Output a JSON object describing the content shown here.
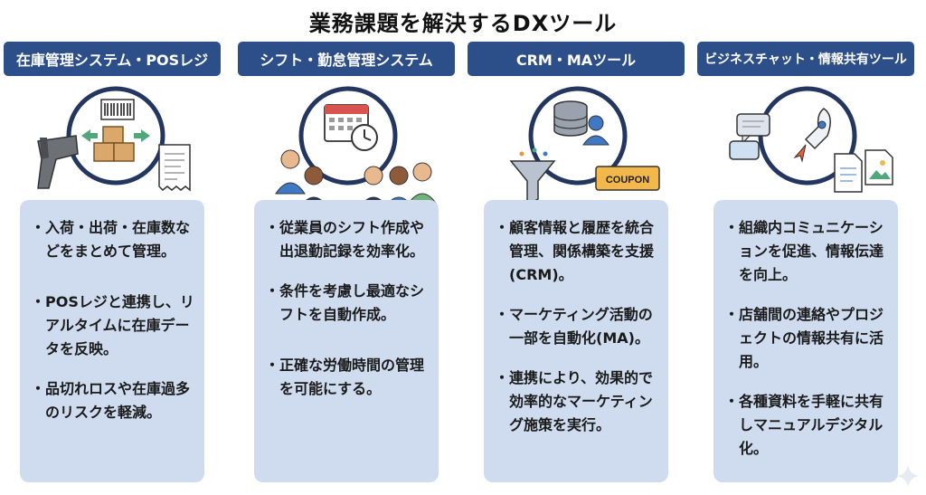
{
  "title": "業務課題を解決するDXツール",
  "columns": [
    {
      "header": "在庫管理システム・POSレジ",
      "icon_names": [
        "barcode-scanner-icon",
        "barcode-icon",
        "boxes-icon",
        "receipt-icon"
      ],
      "bullets": [
        [
          "・",
          "入荷・出荷・在庫数などをまとめて管理。"
        ],
        [
          "・",
          "POSレジと連携し、リアルタイムに在庫データを反映。"
        ],
        [
          "・",
          "品切れロスや在庫過多のリスクを軽減。"
        ]
      ]
    },
    {
      "header": "シフト・勤怠管理システム",
      "icon_names": [
        "calendar-icon",
        "clock-icon",
        "staff-group-icon"
      ],
      "bullets": [
        [
          "・",
          "従業員のシフト作成や出退勤記録を効率化。"
        ],
        [
          "・",
          "条件を考慮し最適なシフトを自動作成。"
        ],
        [
          "・",
          "正確な労働時間の管理を可能にする。"
        ]
      ]
    },
    {
      "header": "CRM・MAツール",
      "icon_names": [
        "database-icon",
        "customer-icon",
        "funnel-icon",
        "coupon-icon"
      ],
      "coupon_text": "COUPON",
      "bullets": [
        [
          "・",
          "顧客情報と履歴を統合管理、関係構築を支援(CRM)。"
        ],
        [
          "・",
          "マーケティング活動の一部を自動化(MA)。"
        ],
        [
          "・",
          "連携により、効果的で効率的なマーケティング施策を実行。"
        ]
      ]
    },
    {
      "header": "ビジネスチャット・情報共有ツール",
      "icon_names": [
        "chat-bubbles-icon",
        "rocket-icon",
        "document-icon",
        "image-file-icon"
      ],
      "bullets": [
        [
          "・",
          "組織内コミュニケーションを促進、情報伝達を向上。"
        ],
        [
          "・",
          "店舗間の連絡やプロジェクトの情報共有に活用。"
        ],
        [
          "・",
          "各種資料を手軽に共有しマニュアルデジタル化。"
        ]
      ]
    }
  ],
  "colors": {
    "header_bg": "#2c4f8a",
    "card_bg": "#cfdcef",
    "circle_stroke": "#22365f"
  }
}
